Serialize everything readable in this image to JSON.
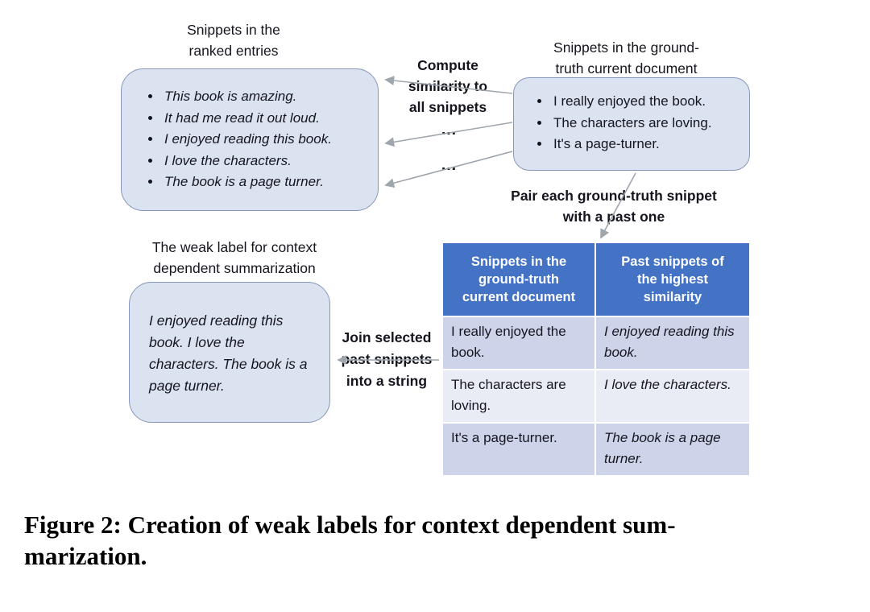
{
  "figure": {
    "ranked_entries": {
      "label": "Snippets in the\nranked entries",
      "items": [
        "This book is amazing.",
        "It had me read it out loud.",
        "I enjoyed reading this book.",
        "I love the characters.",
        "The book is a page turner."
      ]
    },
    "ground_truth": {
      "label": "Snippets in the ground-\ntruth current document",
      "items": [
        "I really enjoyed the book.",
        "The characters are loving.",
        "It's a page-turner."
      ]
    },
    "annotations": {
      "compute_similarity": "Compute\nsimilarity to\nall snippets",
      "ellipsis_top": "…",
      "ellipsis_bottom": "…",
      "pair": "Pair each ground-truth snippet\nwith a past one",
      "join": "Join selected\npast snippets\ninto a string"
    },
    "weak_label": {
      "label": "The weak label for context\ndependent summarization",
      "text": "I enjoyed reading this book. I love the characters. The book is a page turner."
    },
    "table": {
      "headers": [
        "Snippets in the\nground-truth\ncurrent document",
        "Past snippets of\nthe highest\nsimilarity"
      ],
      "rows": [
        [
          "I really enjoyed the book.",
          "I enjoyed reading this book."
        ],
        [
          "The characters are loving.",
          "I love the characters."
        ],
        [
          "It's a page-turner.",
          "The book is a page turner."
        ]
      ]
    },
    "caption": "Figure 2: Creation of weak labels for context dependent sum-\nmarization."
  },
  "colors": {
    "box_fill": "#dbe3f1",
    "box_border": "#8796bb",
    "table_header_bg": "#4472c4",
    "table_header_text": "#ffffff",
    "table_row_odd_bg": "#cdd4e9",
    "table_row_even_bg": "#e9ebf5",
    "arrow": "#a0a6ad",
    "text": "#15151f"
  }
}
